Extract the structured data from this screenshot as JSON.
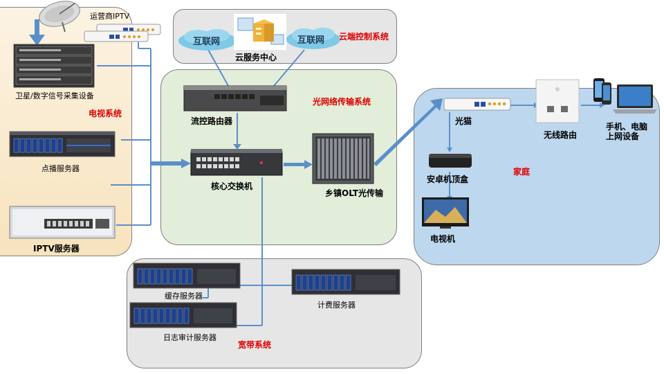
{
  "systems": {
    "tv": "电视系统",
    "cloud": "云端控制系统",
    "fiber": "光网络传输系统",
    "home": "家庭",
    "broadband": "宽带系统"
  },
  "devices": {
    "carrier_iptv": "运营商IPTV",
    "satellite_gear": "卫星/数字信号采集设备",
    "vod_server": "点播服务器",
    "iptv_server": "IPTV服务器",
    "internet_1": "互联网",
    "internet_2": "互联网",
    "cloud_center": "云服务中心",
    "flow_router": "流控路由器",
    "core_switch": "核心交换机",
    "olt": "乡镇OLT光传输",
    "optical_modem": "光猫",
    "wireless_router": "无线路由",
    "phone_pc_line1": "手机、电脑",
    "phone_pc_line2": "上网设备",
    "android_stb": "安卓机顶盒",
    "tv_set": "电视机",
    "cache_server": "缓存服务器",
    "billing_server": "计费服务器",
    "log_server": "日志审计服务器"
  },
  "colors": {
    "tv_region": "#fbedd4",
    "cloud_region": "#e6e6e6",
    "fiber_region": "#e2eed9",
    "home_region": "#bdd7ee",
    "broadband_region": "#e6e6e6",
    "link": "#5b8fc9",
    "label_red": "#e00000"
  },
  "icons": [
    "satellite-dish-icon",
    "server-rack-icon",
    "router-icon",
    "switch-icon",
    "olt-chassis-icon",
    "cloud-icon",
    "modem-icon",
    "wall-router-icon",
    "phone-icon",
    "laptop-icon",
    "set-top-box-icon",
    "tv-icon"
  ]
}
